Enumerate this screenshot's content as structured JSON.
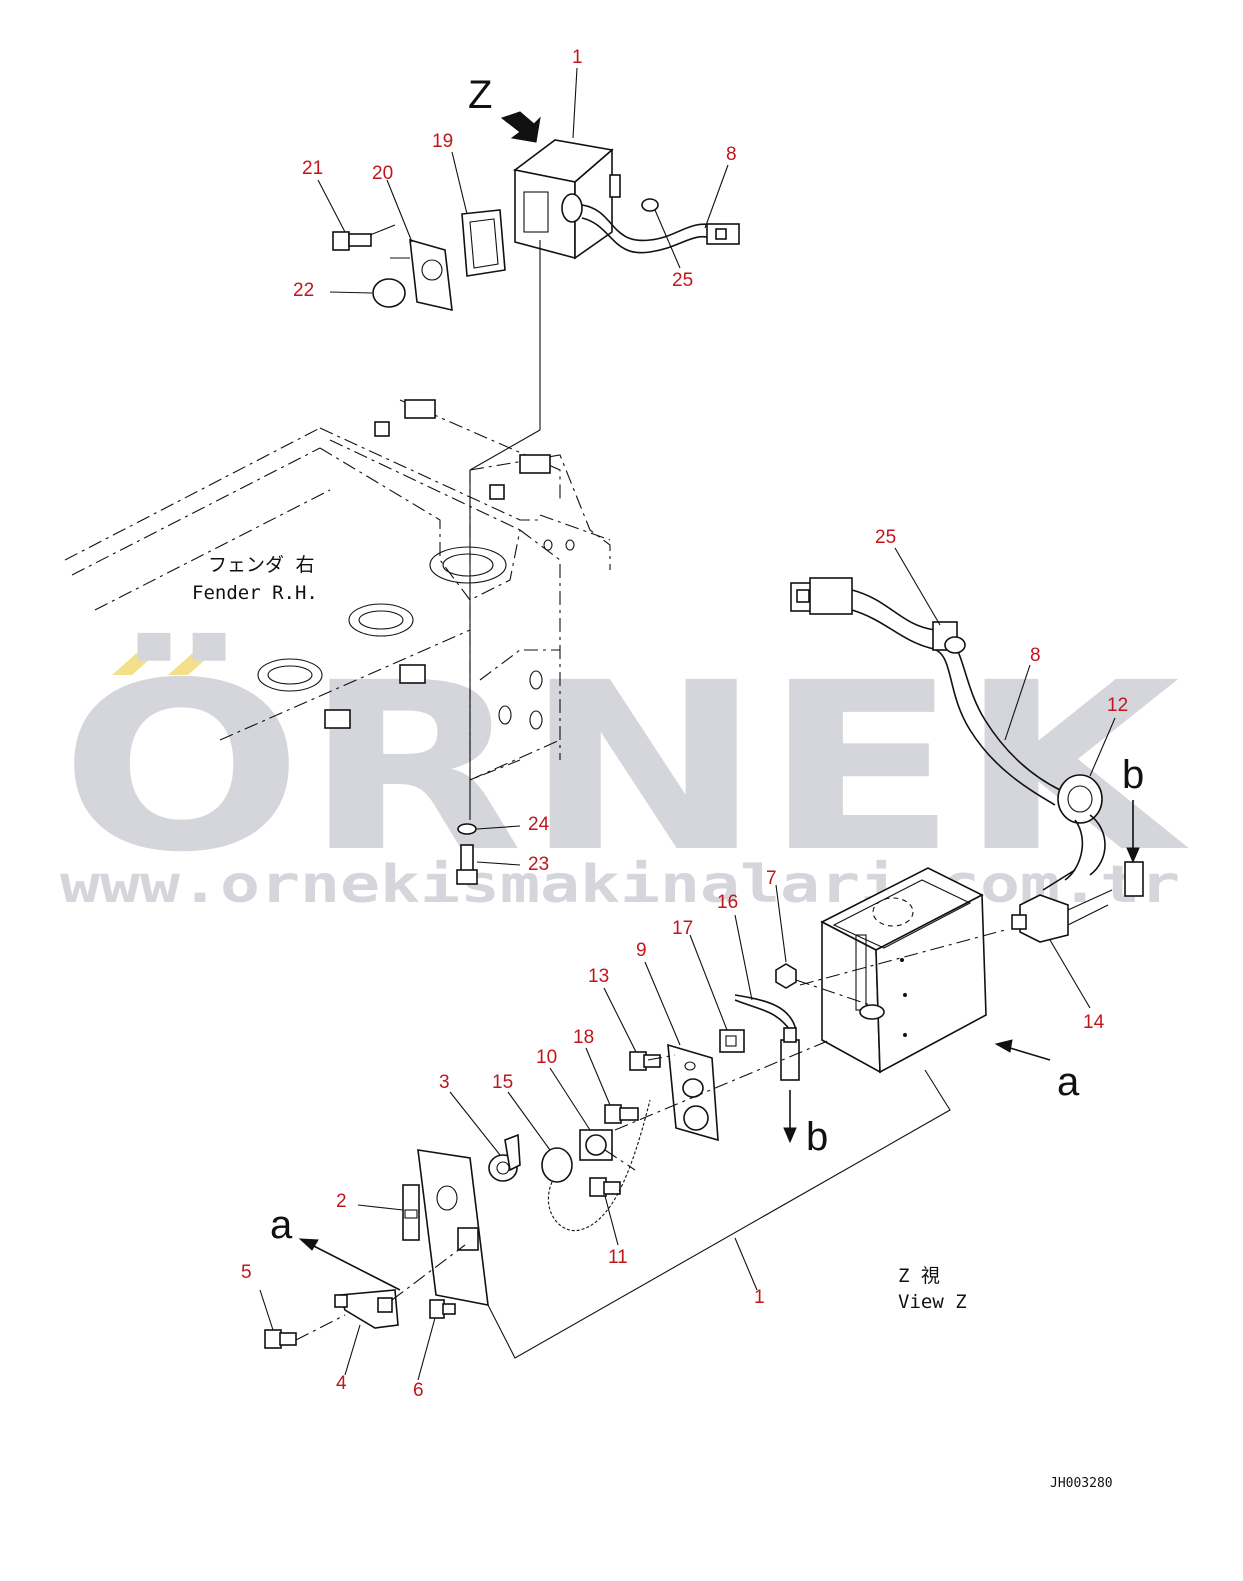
{
  "watermark": {
    "brand": "ÖRNEK",
    "url": "www.ornekismakinalari.com.tr",
    "accent_color": "#f4e08a",
    "text_color": "#d5d5dc"
  },
  "labels": {
    "view_z_letter": "Z",
    "view_z_jp": "Z 視",
    "view_z_en": "View Z",
    "fender_jp": "フェンダ 右",
    "fender_en": "Fender R.H.",
    "drawing_code": "JH003280",
    "a_right": "a",
    "a_left": "a",
    "b_upper": "b",
    "b_lower": "b"
  },
  "callouts": {
    "c1_top": "1",
    "c19": "19",
    "c8_top": "8",
    "c21": "21",
    "c20": "20",
    "c25_top": "25",
    "c22": "22",
    "c25_right": "25",
    "c8_right": "8",
    "c12": "12",
    "c24": "24",
    "c23": "23",
    "c7": "7",
    "c16": "16",
    "c17": "17",
    "c9": "9",
    "c13": "13",
    "c14": "14",
    "c18": "18",
    "c10": "10",
    "c3": "3",
    "c15": "15",
    "c2": "2",
    "c11": "11",
    "c1_bottom": "1",
    "c5": "5",
    "c4": "4",
    "c6": "6"
  }
}
